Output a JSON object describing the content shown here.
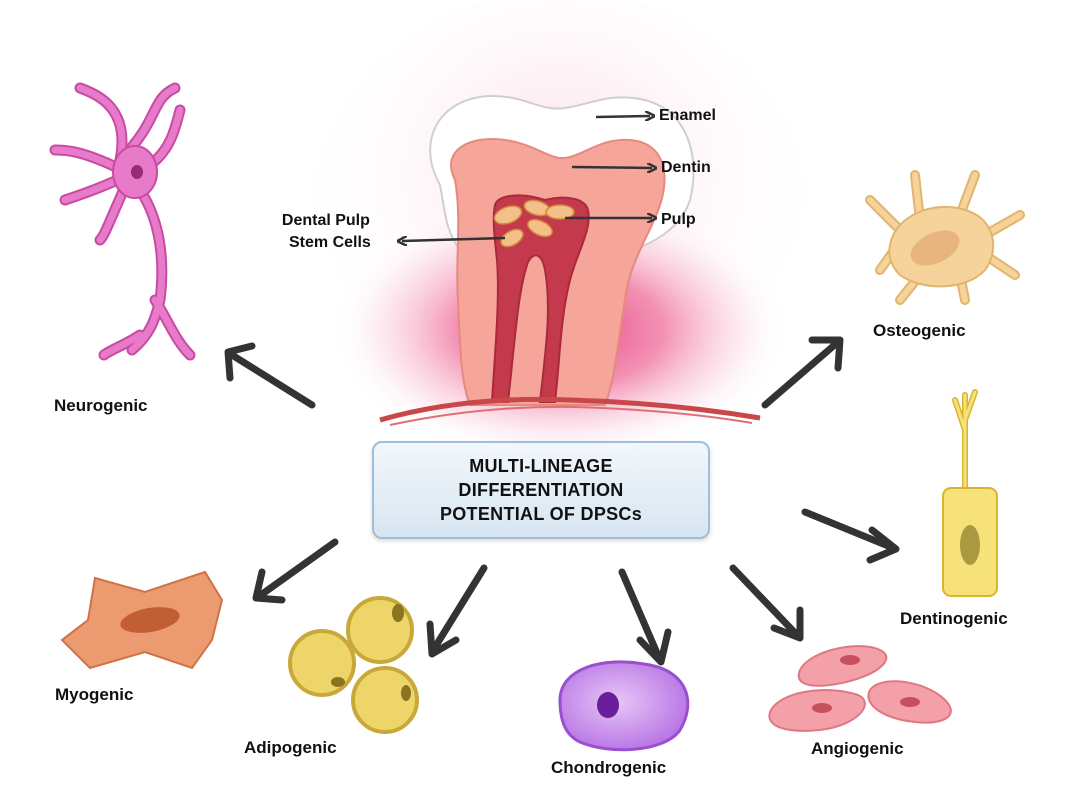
{
  "center": {
    "line1": "MULTI-LINEAGE",
    "line2": "DIFFERENTIATION",
    "line3": "POTENTIAL OF DPSCs"
  },
  "tooth_parts": {
    "enamel": "Enamel",
    "dentin": "Dentin",
    "pulp": "Pulp",
    "dpsc_line1": "Dental Pulp",
    "dpsc_line2": "Stem Cells"
  },
  "lineages": {
    "neurogenic": "Neurogenic",
    "osteogenic": "Osteogenic",
    "dentinogenic": "Dentinogenic",
    "myogenic": "Myogenic",
    "adipogenic": "Adipogenic",
    "chondrogenic": "Chondrogenic",
    "angiogenic": "Angiogenic"
  },
  "colors": {
    "neuron": "#e87bc9",
    "osteocyte": "#f6d39a",
    "odontoblast": "#f7e27a",
    "myocyte": "#ec9a6f",
    "adipocyte": "#edd56a",
    "chondrocyte": "#c68ae8",
    "endothelial": "#f4a0a8",
    "gum_glow": "#e23a78",
    "arrow": "#333333"
  }
}
